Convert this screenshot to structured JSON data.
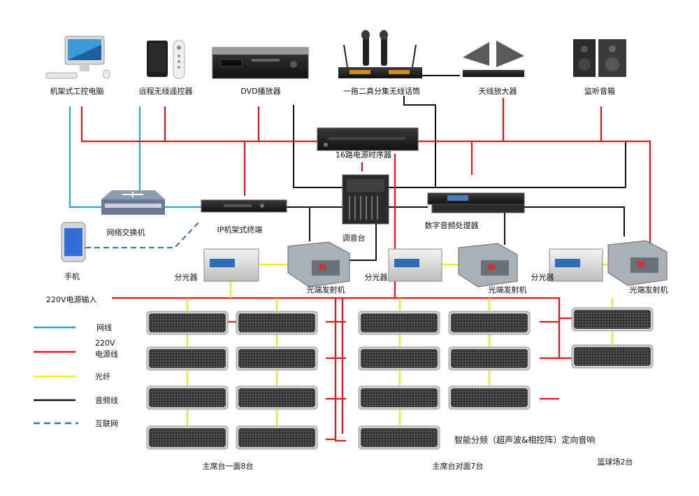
{
  "devices": {
    "computer": "机架式工控电脑",
    "remote": "远程无线遥控器",
    "dvd": "DVD播放器",
    "mic": "一拖二真分集无线话筒",
    "antenna_amp": "天线放大器",
    "monitor_speaker": "监听音箱",
    "sequencer": "16路电源时序器",
    "switch": "网络交换机",
    "ip_terminal": "IP机架式终端",
    "mixer": "调音台",
    "dsp": "数字音频处理器",
    "phone": "手机",
    "splitter_1": "分光器",
    "splitter_2": "分光器",
    "splitter_3": "分光器",
    "transmitter_1": "光端发射机",
    "transmitter_2": "光端发射机",
    "transmitter_3": "光端发射机"
  },
  "power_input": "220V电源输入",
  "legend": {
    "network": "网线",
    "power_line1": "220V",
    "power_line2": "电源线",
    "fiber": "光纤",
    "audio": "音频线",
    "internet": "互联网",
    "colors": {
      "network": "#29a3e0",
      "power": "#e8141b",
      "fiber": "#f2ec1a",
      "audio": "#111111",
      "internet": "#3b6fb0"
    }
  },
  "product_note": "智能分频（超声波&相控阵）定向音响",
  "groups": {
    "main_side": "主席台一面8台",
    "opposite_side": "主席台对面7台",
    "basketball": "篮球场2台"
  }
}
